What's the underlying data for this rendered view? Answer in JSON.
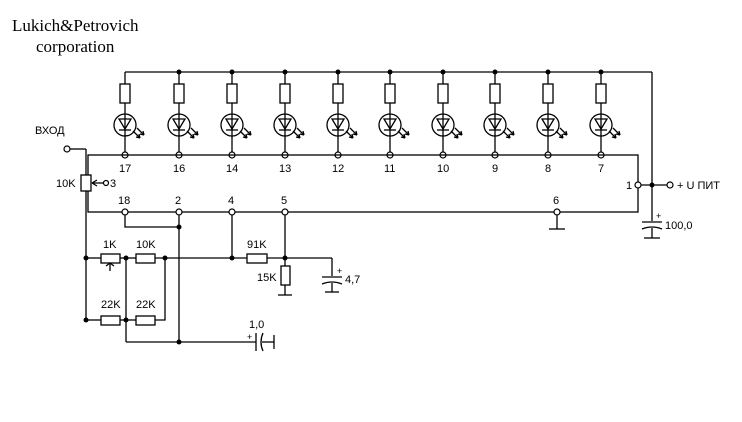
{
  "company": {
    "line1": "Lukich&Petrovich",
    "line2": "corporation"
  },
  "input": {
    "label": "ВХОД",
    "pot": "10K",
    "pin": "3"
  },
  "ic": {
    "top_pins": [
      "17",
      "16",
      "14",
      "13",
      "12",
      "11",
      "10",
      "9",
      "8",
      "7"
    ],
    "pin1": "1",
    "bottom_pins": [
      "18",
      "2",
      "4",
      "5",
      "6"
    ]
  },
  "supply": {
    "label": "+ U ПИТ",
    "cap": "100,0"
  },
  "divider": {
    "r_1k": "1K",
    "r_10k": "10K",
    "r_91k": "91K",
    "r_15k": "15K",
    "cap_4_7": "4,7",
    "r_22k_a": "22K",
    "r_22k_b": "22K",
    "cap_1_0": "1,0"
  }
}
